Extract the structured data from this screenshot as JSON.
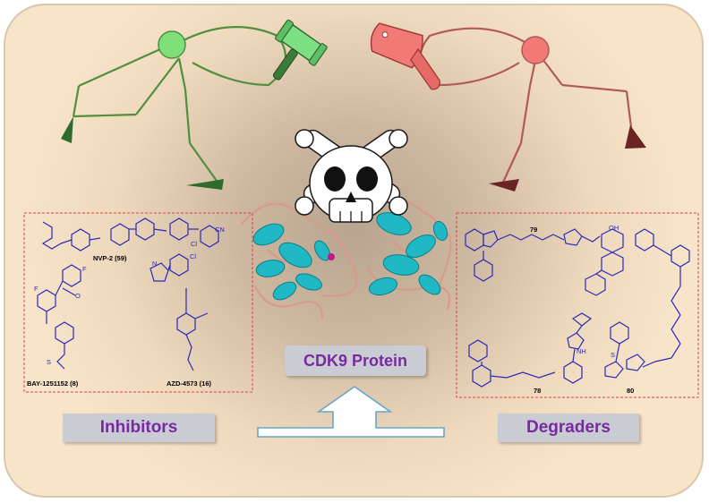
{
  "labels": {
    "inhibitors": "Inhibitors",
    "degraders": "Degraders",
    "protein": "CDK9 Protein"
  },
  "compounds": {
    "nvp2": "NVP-2 (59)",
    "bay": "BAY-1251152 (8)",
    "azd": "AZD-4573 (16)",
    "c79": "79",
    "c78": "78",
    "c80": "80"
  },
  "atoms": {
    "cl": "Cl",
    "f": "F",
    "cn": "CN",
    "n": "N",
    "nh": "NH",
    "o": "O",
    "s": "S",
    "oh": "OH"
  },
  "colors": {
    "inhibitor_figure": "#4f8f3f",
    "degrader_figure": "#b05a55",
    "structure_line": "#2a2ab8",
    "label_text": "#7a2aa0",
    "helix": "#1fb8c4",
    "loop": "#d89a8a"
  }
}
